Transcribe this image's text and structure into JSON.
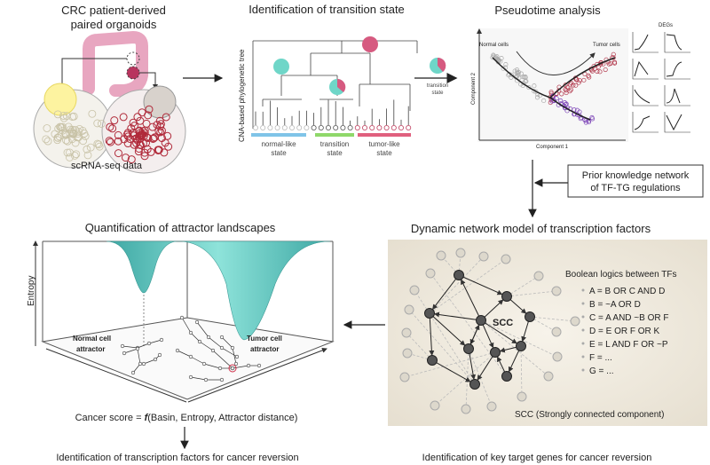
{
  "panel_organoids": {
    "title_line1": "CRC patient-derived",
    "title_line2": "paired organoids",
    "caption": "scRNA-seq data"
  },
  "panel_transition": {
    "title": "Identification of transition state",
    "y_axis_label": "CNA-based phylogenetic tree",
    "groups": [
      {
        "line1": "normal-like",
        "line2": "state",
        "color": "#7fc4e8"
      },
      {
        "line1": "transition",
        "line2": "state",
        "color": "#8fd86a"
      },
      {
        "line1": "tumor-like",
        "line2": "state",
        "color": "#e0607e"
      }
    ],
    "transition_label_line1": "transition",
    "transition_label_line2": "state"
  },
  "panel_pseudotime": {
    "title": "Pseudotime analysis",
    "normal_label": "Normal cells",
    "tumor_label": "Tumor cells",
    "x_axis_label": "Component 1",
    "y_axis_label": "Component 2",
    "degs_label": "DEGs"
  },
  "prior_knowledge": {
    "line1": "Prior knowledge network",
    "line2": "of TF-TG regulations"
  },
  "panel_network": {
    "title": "Dynamic network model of transcription factors",
    "scc_label": "SCC",
    "logic_title": "Boolean logics between TFs",
    "logics": [
      "A = B OR C AND D",
      "B = ~A OR D",
      "C = A AND ~B OR F",
      "D = E OR F OR K",
      "E = L AND F OR ~P",
      "F = ...",
      "G = ..."
    ],
    "footer": "SCC (Strongly connected component)"
  },
  "panel_landscape": {
    "title": "Quantification of attractor landscapes",
    "y_axis_label": "Entropy",
    "normal_attractor_line1": "Normal cell",
    "normal_attractor_line2": "attractor",
    "tumor_attractor_line1": "Tumor cell",
    "tumor_attractor_line2": "attractor",
    "formula_prefix": "Cancer score = ",
    "formula_f": "f",
    "formula_suffix": "(Basin, Entropy, Attractor distance)"
  },
  "bottom": {
    "left": "Identification of transcription factors for cancer reversion",
    "right": "Identification of key target genes for cancer reversion"
  },
  "colors": {
    "teal": "#6fd6c8",
    "pink": "#d65a80",
    "basin": "#5fc6c0"
  }
}
